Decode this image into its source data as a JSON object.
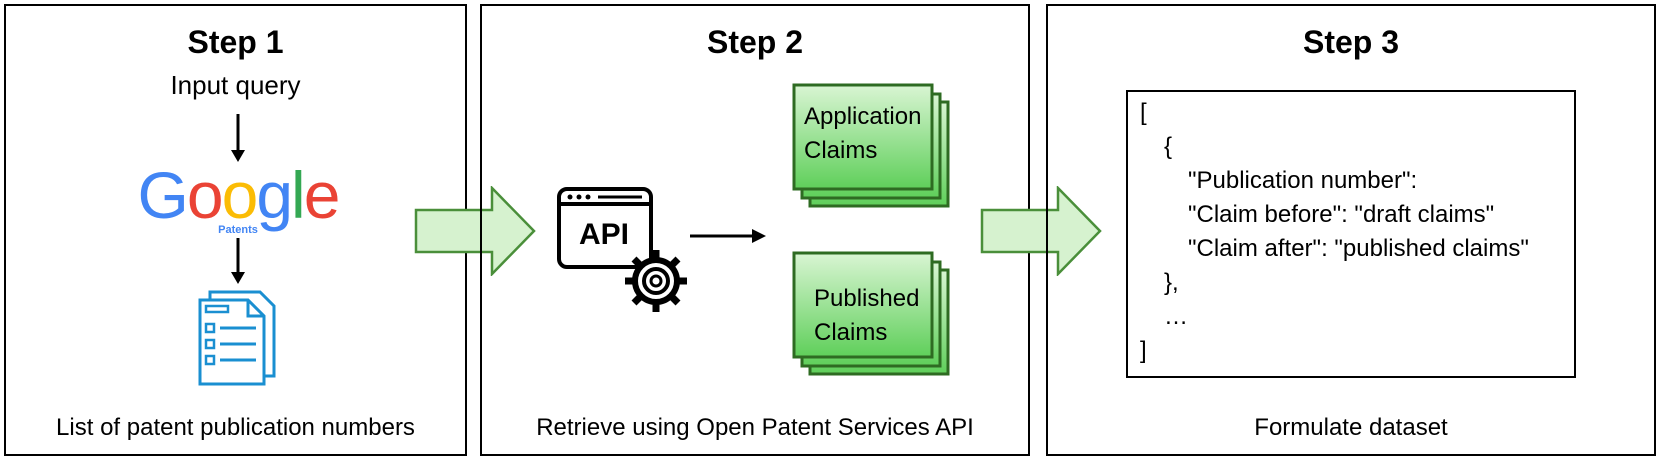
{
  "steps": [
    {
      "title": "Step 1",
      "subtitle": "Input query",
      "logo_text": "Google",
      "logo_subtext": "Patents",
      "caption": "List of patent publication numbers"
    },
    {
      "title": "Step 2",
      "api_label": "API",
      "claims_top": [
        "Application",
        "Claims"
      ],
      "claims_bottom": [
        "Published",
        "Claims"
      ],
      "caption": "Retrieve using Open Patent Services API"
    },
    {
      "title": "Step 3",
      "code_lines": [
        "[",
        "{",
        "\"Publication number\":",
        "\"Claim before\": \"draft claims\"",
        "\"Claim after\": \"published claims\"",
        "},",
        "…",
        "]"
      ],
      "caption": "Formulate dataset"
    }
  ],
  "colors": {
    "google_blue": "#4285F4",
    "google_red": "#EA4335",
    "google_yellow": "#FBBC05",
    "google_green": "#34A853",
    "doc_blue": "#1a8fd1",
    "claim_fill_top": "#d9f5d3",
    "claim_fill_bottom": "#5fcf5a",
    "claim_border": "#2e6b22",
    "arrow_fill": "#d6f2cf",
    "arrow_border": "#4a8f3a"
  }
}
